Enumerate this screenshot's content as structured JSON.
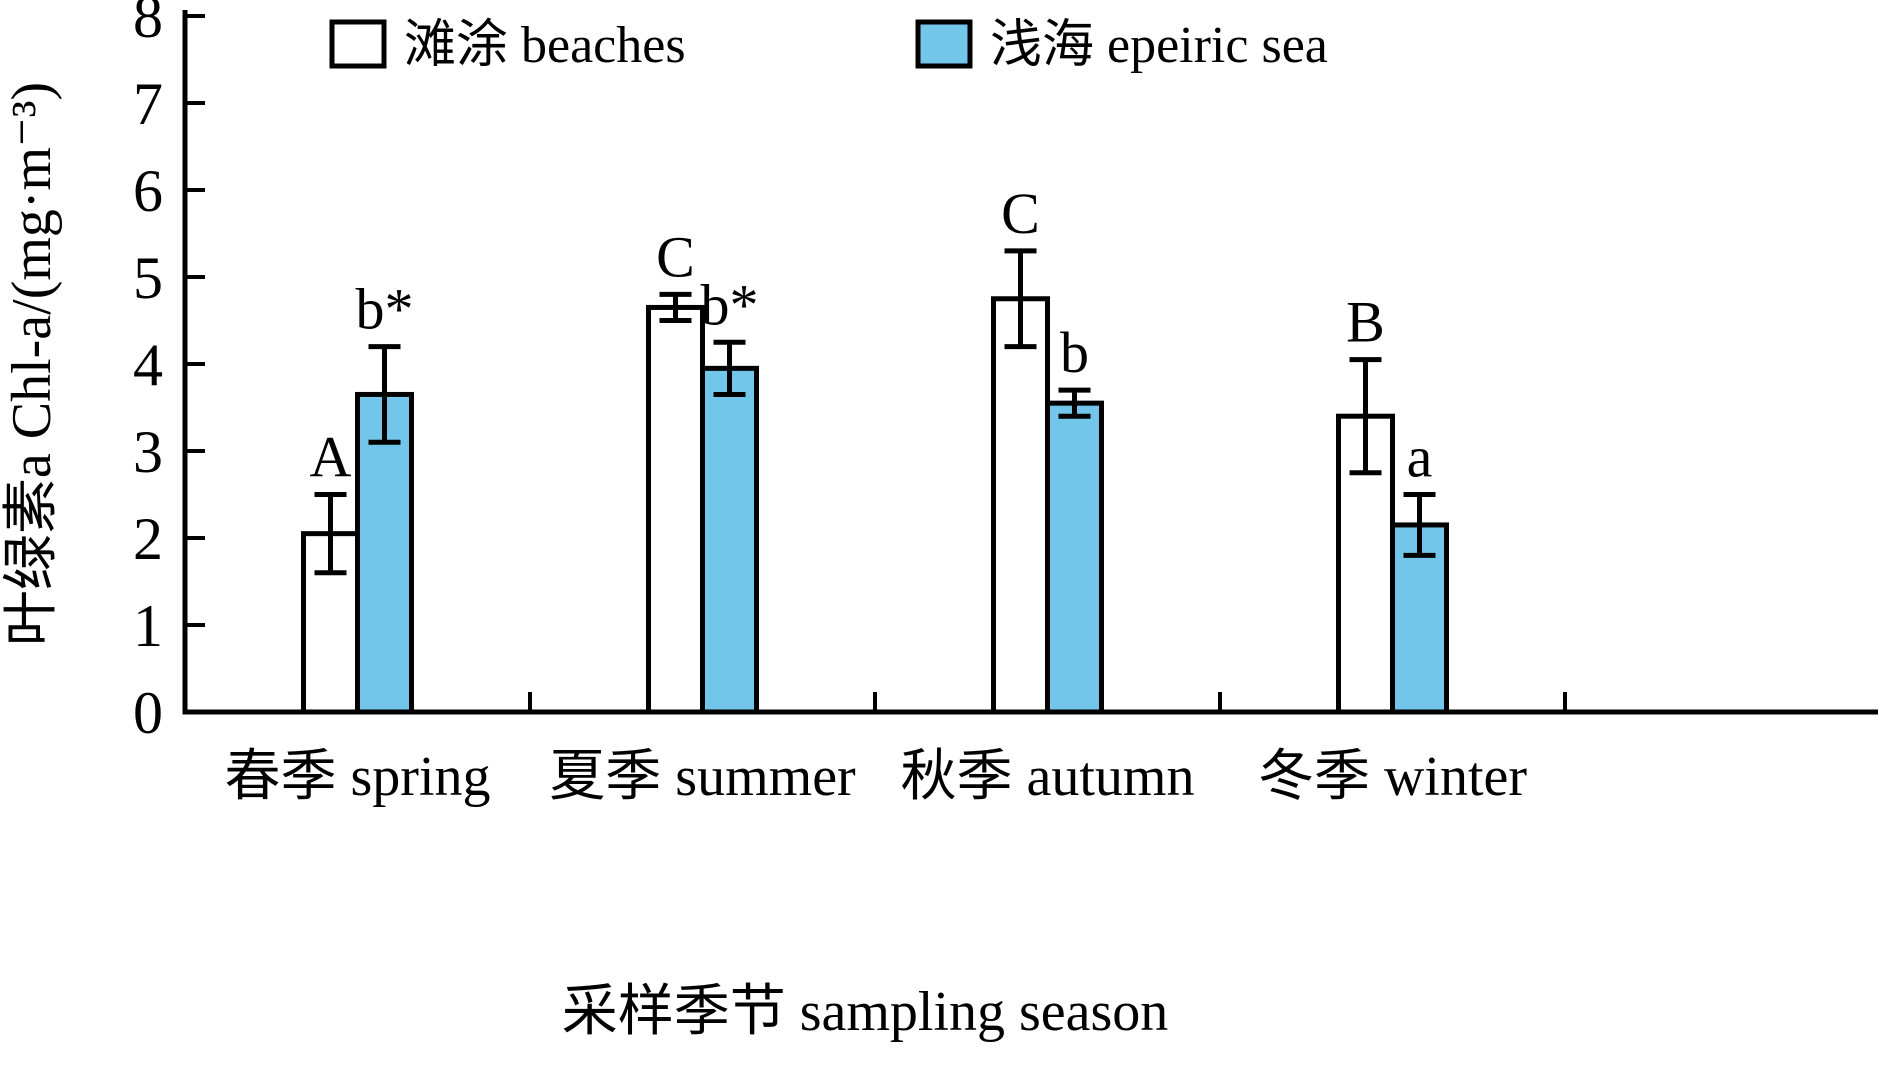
{
  "chart_data": {
    "type": "bar",
    "title": "",
    "categories": [
      "春季 spring",
      "夏季 summer",
      "秋季 autumn",
      "冬季 winter"
    ],
    "series": [
      {
        "name": "滩涂 beaches",
        "color": "#FFFFFF",
        "values": [
          2.05,
          4.65,
          4.75,
          3.4
        ],
        "errors": [
          0.45,
          0.15,
          0.55,
          0.65
        ],
        "sig_labels": [
          "A",
          "C",
          "C",
          "B"
        ]
      },
      {
        "name": "浅海 epeiric sea",
        "color": "#72C6EA",
        "values": [
          3.65,
          3.95,
          3.55,
          2.15
        ],
        "errors": [
          0.55,
          0.3,
          0.15,
          0.35
        ],
        "sig_labels": [
          "b*",
          "b*",
          "b",
          "a"
        ]
      }
    ],
    "xlabel": "采样季节 sampling season",
    "ylabel": "叶绿素a Chl-a/(mg·m⁻³)",
    "ylim": [
      0,
      8
    ],
    "ytick_step": 1,
    "grid": false,
    "legend_position": "top",
    "axis_color": "#000000"
  }
}
